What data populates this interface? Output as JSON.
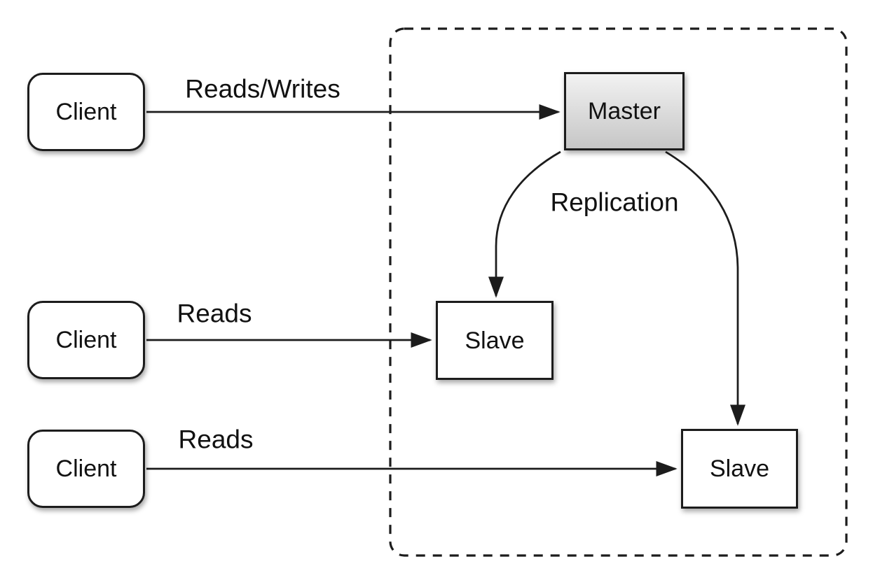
{
  "diagram": {
    "type": "architecture-diagram",
    "nodes": {
      "client_top": {
        "label": "Client"
      },
      "client_middle": {
        "label": "Client"
      },
      "client_bottom": {
        "label": "Client"
      },
      "master": {
        "label": "Master"
      },
      "slave_left": {
        "label": "Slave"
      },
      "slave_right": {
        "label": "Slave"
      }
    },
    "edges": [
      {
        "id": "reads-writes",
        "label": "Reads/Writes",
        "from": "client_top",
        "to": "master"
      },
      {
        "id": "reads-middle",
        "label": "Reads",
        "from": "client_middle",
        "to": "slave_left"
      },
      {
        "id": "reads-bottom",
        "label": "Reads",
        "from": "client_bottom",
        "to": "slave_right"
      },
      {
        "id": "replication-left",
        "label": "Replication",
        "from": "master",
        "to": "slave_left"
      },
      {
        "id": "replication-right",
        "label": "Replication",
        "from": "master",
        "to": "slave_right"
      }
    ],
    "colors": {
      "line": "#1c1c1c",
      "node_border": "#1c1c1c",
      "node_fill": "#ffffff",
      "master_fill_top": "#f2f2f2",
      "master_fill_bottom": "#c6c6c6",
      "text": "#111111",
      "background": "#ffffff"
    }
  }
}
